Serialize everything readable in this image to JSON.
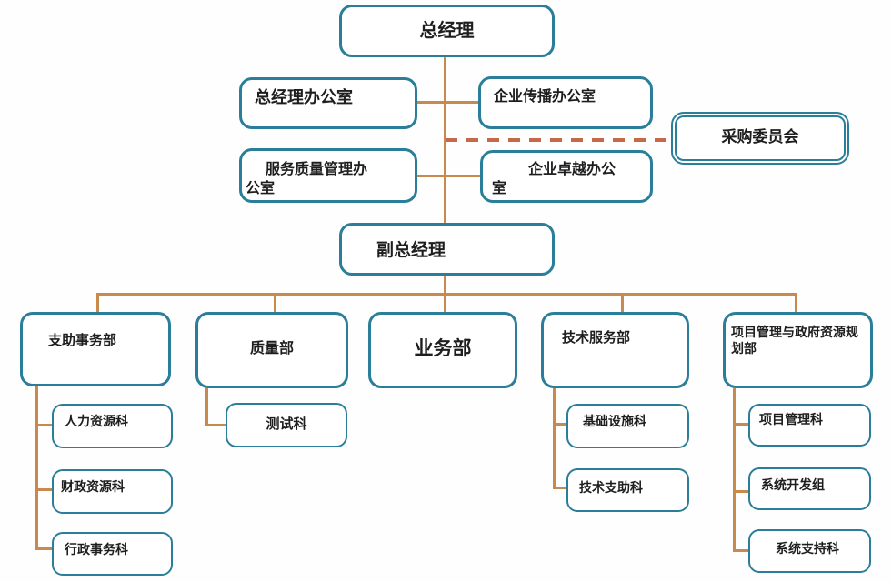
{
  "diagram_type": "organization-chart",
  "colors": {
    "box_border": "#2b7e99",
    "connector": "#c9894d",
    "dashed_connector": "#c5694a",
    "text": "#1e1e1e",
    "background": "#ffffff"
  },
  "nodes": {
    "general_manager": "总经理",
    "gm_office": "总经理办公室",
    "corporate_communications_office": "企业传播办公室",
    "procurement_committee": "采购委员会",
    "service_quality_management_office": "服务质量管理办\n公室",
    "corporate_excellence_office": "企业卓越办公\n室",
    "deputy_general_manager": "副总经理",
    "support_services_dept": "支助事务部",
    "quality_dept": "质量部",
    "business_dept": "业务部",
    "technical_services_dept": "技术服务部",
    "project_mgmt_gov_resource_planning_dept": "项目管理与政府资源规\n划部",
    "human_resources_section": "人力资源科",
    "financial_resources_section": "财政资源科",
    "administrative_affairs_section": "行政事务科",
    "testing_section": "测试科",
    "infrastructure_section": "基础设施科",
    "technical_support_section": "技术支助科",
    "project_management_section": "项目管理科",
    "systems_development_group": "系统开发组",
    "systems_support_section": "系统支持科"
  },
  "edges": [
    {
      "from": "general_manager",
      "to": "gm_office",
      "style": "solid"
    },
    {
      "from": "general_manager",
      "to": "corporate_communications_office",
      "style": "solid"
    },
    {
      "from": "general_manager",
      "to": "procurement_committee",
      "style": "dashed"
    },
    {
      "from": "general_manager",
      "to": "service_quality_management_office",
      "style": "solid"
    },
    {
      "from": "general_manager",
      "to": "corporate_excellence_office",
      "style": "solid"
    },
    {
      "from": "general_manager",
      "to": "deputy_general_manager",
      "style": "solid"
    },
    {
      "from": "deputy_general_manager",
      "to": "support_services_dept",
      "style": "solid"
    },
    {
      "from": "deputy_general_manager",
      "to": "quality_dept",
      "style": "solid"
    },
    {
      "from": "deputy_general_manager",
      "to": "business_dept",
      "style": "solid"
    },
    {
      "from": "deputy_general_manager",
      "to": "technical_services_dept",
      "style": "solid"
    },
    {
      "from": "deputy_general_manager",
      "to": "project_mgmt_gov_resource_planning_dept",
      "style": "solid"
    },
    {
      "from": "support_services_dept",
      "to": "human_resources_section",
      "style": "solid"
    },
    {
      "from": "support_services_dept",
      "to": "financial_resources_section",
      "style": "solid"
    },
    {
      "from": "support_services_dept",
      "to": "administrative_affairs_section",
      "style": "solid"
    },
    {
      "from": "quality_dept",
      "to": "testing_section",
      "style": "solid"
    },
    {
      "from": "technical_services_dept",
      "to": "infrastructure_section",
      "style": "solid"
    },
    {
      "from": "technical_services_dept",
      "to": "technical_support_section",
      "style": "solid"
    },
    {
      "from": "project_mgmt_gov_resource_planning_dept",
      "to": "project_management_section",
      "style": "solid"
    },
    {
      "from": "project_mgmt_gov_resource_planning_dept",
      "to": "systems_development_group",
      "style": "solid"
    },
    {
      "from": "project_mgmt_gov_resource_planning_dept",
      "to": "systems_support_section",
      "style": "solid"
    }
  ]
}
